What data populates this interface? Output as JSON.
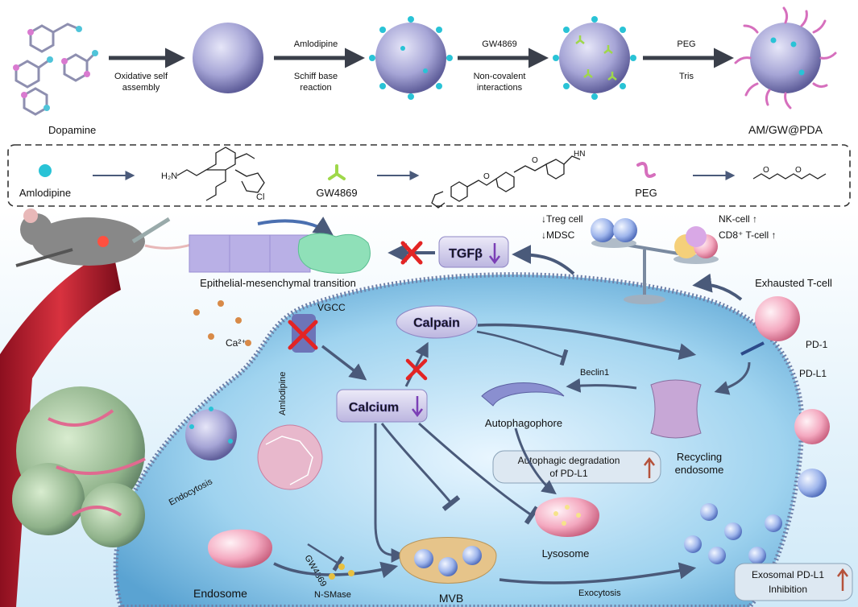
{
  "synthesis": {
    "dopamine": "Dopamine",
    "step1_line1": "Oxidative self",
    "step1_line2": "assembly",
    "step2_line1": "Amlodipine",
    "step2_line2": "Schiff base",
    "step2_line3": "reaction",
    "step3_line1": "GW4869",
    "step3_line2": "Non-covalent",
    "step3_line3": "interactions",
    "step4_line1": "PEG",
    "step4_line2": "Tris",
    "product": "AM/GW@PDA"
  },
  "legend": {
    "amlodipine": "Amlodipine",
    "gw4869": "GW4869",
    "peg": "PEG",
    "chem_nh2": "H₂N",
    "chem_cl": "Cl",
    "chem_nh": "HN",
    "chem_o": "O"
  },
  "mechanism": {
    "treg": "↓Treg cell",
    "mdsc": "↓MDSC",
    "nk": "NK-cell ↑",
    "cd8": "CD8⁺ T-cell ↑",
    "tgfb": "TGFβ",
    "emt": "Epithelial-mesenchymal transition",
    "exhausted": "Exhausted T-cell",
    "vgcc": "VGCC",
    "ca": "Ca²⁺",
    "calpain": "Calpain",
    "calcium": "Calcium",
    "beclin": "Beclin1",
    "autophagophore": "Autophagophore",
    "recycling_line1": "Recycling",
    "recycling_line2": "endosome",
    "pd1": "PD-1",
    "pdl1": "PD-L1",
    "autodeg_line1": "Autophagic degradation",
    "autodeg_line2": "of PD-L1",
    "amlodipine_vertical": "Amlodipine",
    "gw4869_vertical": "GW4869",
    "lysosome": "Lysosome",
    "endocytosis": "Endocytosis",
    "endosome": "Endosome",
    "nsmase": "N-SMase",
    "mvb": "MVB",
    "exocytosis": "Exocytosis",
    "exo_line1": "Exosomal PD-L1",
    "exo_line2": "Inhibition"
  },
  "colors": {
    "nanoparticle": "#a9a8d8",
    "amlodipine": "#29c3d6",
    "gw4869": "#9fd84a",
    "peg": "#d66fbd",
    "cell": "#9bd0ec",
    "arrow": "#4a5a7a",
    "inhibit": "#e32424",
    "up_arrow": "#b5523b",
    "down_arrow": "#7b3fb5"
  }
}
